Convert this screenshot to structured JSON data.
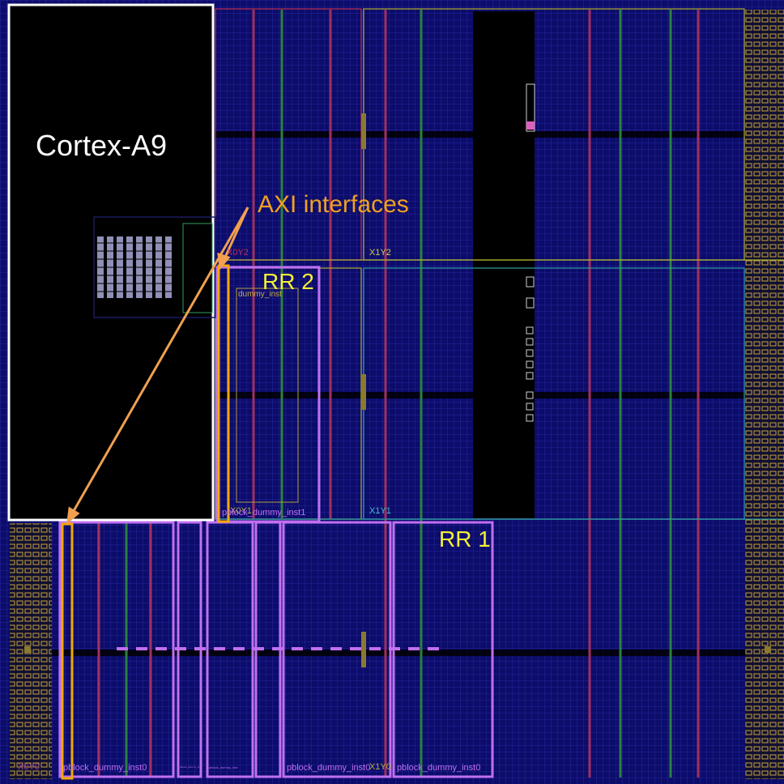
{
  "labels": {
    "cpu": "Cortex-A9",
    "axi": "AXI interfaces",
    "rr2": "RR 2",
    "rr1": "RR 1"
  },
  "clock_regions": {
    "x0y2": "X0Y2",
    "x1y2": "X1Y2",
    "x0y1": "X0Y1",
    "x1y1": "X1Y1",
    "x0y0": "X0Y0",
    "x1y0": "X1Y0"
  },
  "pblocks": {
    "dummy_inst": "dummy_inst",
    "inst1": "pblock_dummy_inst1",
    "inst0": "pblock_dummy_inst0",
    "inst0b": "pblock_dummy_inst0",
    "inst0c": "pblock_dummy_inst0",
    "small1": "pblock_dummy_inst",
    "small2": "pblock_dummy_inst"
  },
  "colors": {
    "fabric": "#0c0c6a",
    "cpu_fill": "#000000",
    "cpu_border": "#ffffff",
    "rr": "#c070f0",
    "axi_box": "#f5a800",
    "arrow": "#f0a050"
  }
}
